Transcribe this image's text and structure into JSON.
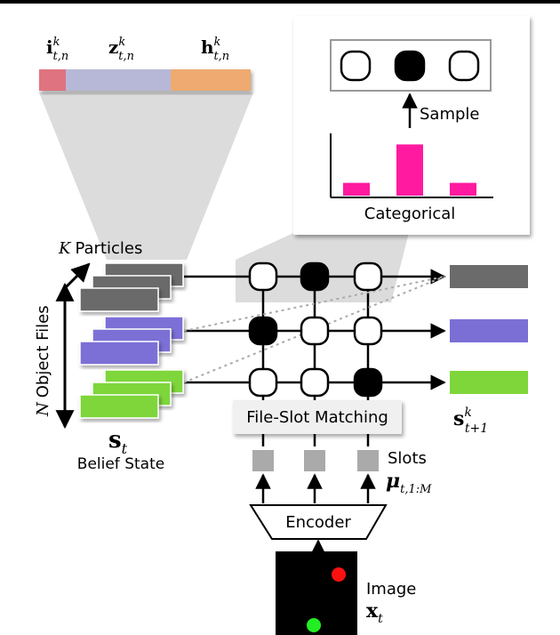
{
  "state_vector": {
    "segments": [
      {
        "label_base": "i",
        "label_sup": "k",
        "label_sub": "t,n",
        "color": "#e07380"
      },
      {
        "label_base": "z",
        "label_sup": "k",
        "label_sub": "t,n",
        "color": "#b7b8d8"
      },
      {
        "label_base": "h",
        "label_sup": "k",
        "label_sub": "t,n",
        "color": "#eeaa70"
      }
    ]
  },
  "inset": {
    "sample_label": "Sample",
    "categorical_label": "Categorical",
    "probabilities": [
      0.18,
      0.72,
      0.18
    ],
    "sample_selected_index": 1,
    "bar_color": "#ff1aa0"
  },
  "belief": {
    "particles_label_italic": "K",
    "particles_label_text": "Particles",
    "object_files_label_italic": "N",
    "object_files_label_text": "Object Files",
    "state_symbol": "s",
    "state_sub": "t",
    "state_caption": "Belief State"
  },
  "matching": {
    "label": "File-Slot Matching",
    "rows": [
      {
        "color": "#6b6b6b",
        "selected_col": 1
      },
      {
        "color": "#7b6fd6",
        "selected_col": 0
      },
      {
        "color": "#7ed63a",
        "selected_col": 2
      }
    ]
  },
  "output": {
    "symbol": "s",
    "sup": "k",
    "sub": "t+1"
  },
  "slots": {
    "label": "Slots",
    "symbol": "μ",
    "sub": "t,1:M"
  },
  "encoder": {
    "label": "Encoder"
  },
  "image": {
    "label": "Image",
    "symbol": "x",
    "sub": "t",
    "dots": [
      {
        "color": "#ff1010"
      },
      {
        "color": "#22ee22"
      }
    ]
  }
}
